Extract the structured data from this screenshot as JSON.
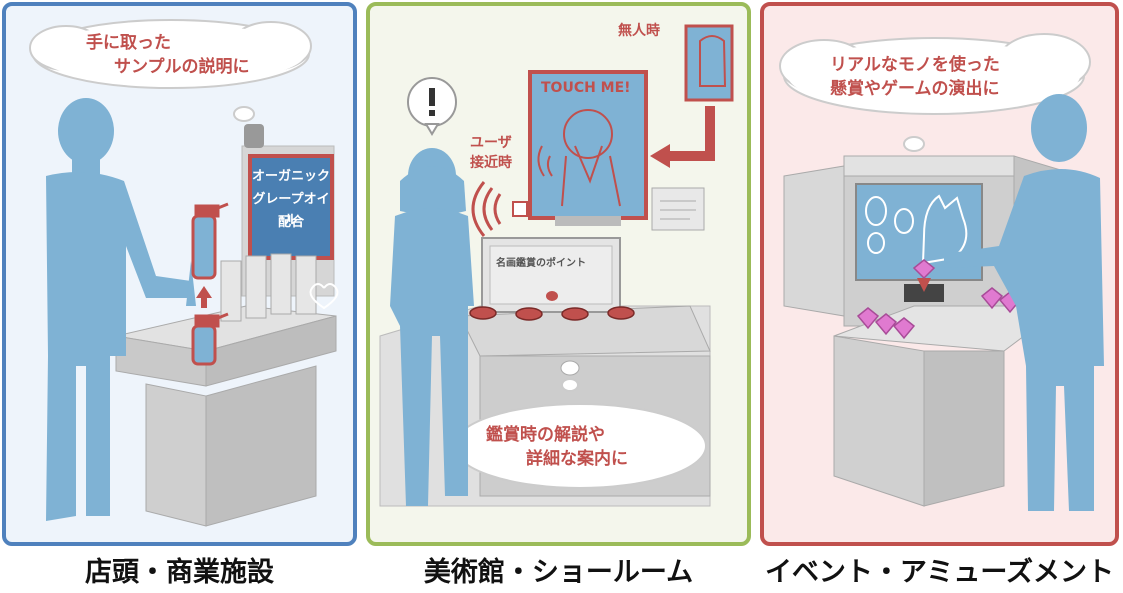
{
  "colors": {
    "retail_border": "#4f81bd",
    "museum_border": "#9bbb59",
    "event_border": "#c0504d",
    "accent_red": "#c0504d",
    "person_blue": "#7fb2d4",
    "furniture_gray": "#d0d0d0"
  },
  "panels": [
    {
      "caption": "店頭・商業施設",
      "bubble": {
        "line1": "手に取った",
        "line2": "サンプルの説明に"
      },
      "sign": {
        "line1": "オーガニック",
        "line2": "グレープオイル",
        "line3": "配合"
      },
      "icons": [
        "person-silhouette-icon",
        "spray-bottle-icon",
        "up-arrow-icon",
        "thought-bubble-icon"
      ]
    },
    {
      "caption": "美術館・ショールーム",
      "bubble": {
        "line1": "鑑賞時の解説や",
        "line2": "詳細な案内に"
      },
      "label_unattended": "無人時",
      "label_approach": {
        "line1": "ユーザ",
        "line2": "接近時"
      },
      "poster_text": "TOUCH ME!",
      "screen_text": "名画鑑賞のポイント",
      "icons": [
        "exclamation-icon",
        "sensor-waves-icon",
        "turn-arrow-icon",
        "portrait-icon"
      ]
    },
    {
      "caption": "イベント・アミューズメント",
      "bubble": {
        "line1": "リアルなモノを使った",
        "line2": "懸賞やゲームの演出に"
      },
      "icons": [
        "cat-silhouette-icon",
        "jewel-icon",
        "down-arrow-icon",
        "fish-icon"
      ]
    }
  ]
}
